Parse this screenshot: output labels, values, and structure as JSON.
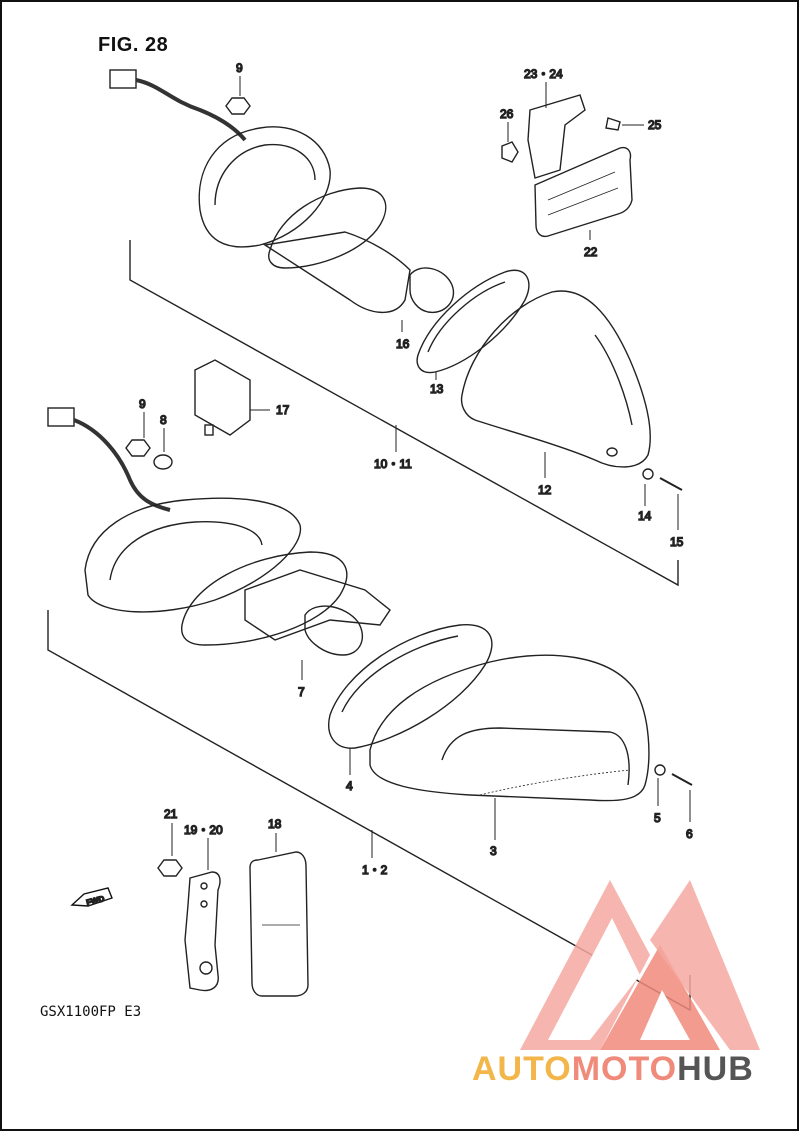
{
  "figure": {
    "title": "FIG. 28",
    "model": "GSX1100FP  E3"
  },
  "labels": {
    "p9a": "9",
    "p2324": "23・24",
    "p26": "26",
    "p25": "25",
    "p22": "22",
    "p16": "16",
    "p13": "13",
    "p12": "12",
    "p1011": "10・11",
    "p9b": "9",
    "p8": "8",
    "p17": "17",
    "p14": "14",
    "p15": "15",
    "p7": "7",
    "p4": "4",
    "p3": "3",
    "p5": "5",
    "p6": "6",
    "p12b": "1・2",
    "p21": "21",
    "p1920": "19・20",
    "p18": "18",
    "fwd": "FWD"
  },
  "watermark": {
    "part1": "AUTO",
    "part2": "MOTO",
    "part3": "HUB",
    "color_light": "#f2b64a",
    "color_red": "#f08a7a",
    "color_dark": "#555555"
  }
}
